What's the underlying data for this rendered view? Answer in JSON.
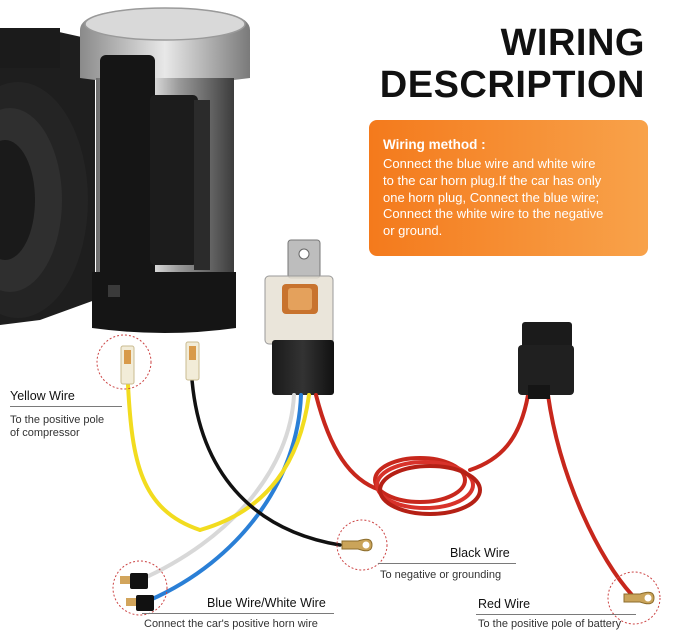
{
  "header": {
    "title_line1": "WIRING",
    "title_line2": "DESCRIPTION"
  },
  "wiring_method": {
    "heading": "Wiring method :",
    "lines": [
      "Connect the blue wire and white wire",
      "to the car horn plug.If the car has only",
      "one horn plug, Connect the blue wire;",
      "Connect the white wire to the negative",
      "or ground."
    ]
  },
  "wires": {
    "yellow": {
      "label": "Yellow Wire",
      "desc_line1": "To the positive pole",
      "desc_line2": "of compressor"
    },
    "black": {
      "label": "Black Wire",
      "desc": "To negative or grounding"
    },
    "blue_white": {
      "label": "Blue Wire/White Wire",
      "desc": "Connect the car's positive horn wire"
    },
    "red": {
      "label": "Red Wire",
      "desc": "To the positive pole of battery"
    }
  },
  "colors": {
    "accent_orange": "#f47a1c",
    "accent_orange_light": "#f8a24a",
    "wire_yellow": "#f2dc1f",
    "wire_black": "#111111",
    "wire_white": "#e8e8e8",
    "wire_blue": "#2a7fd6",
    "wire_red": "#c7271c",
    "callout_circle": "#c44"
  },
  "icons": [
    "horn-compressor-icon",
    "relay-icon",
    "fuse-holder-icon",
    "spade-terminal-icon",
    "ring-terminal-icon"
  ]
}
